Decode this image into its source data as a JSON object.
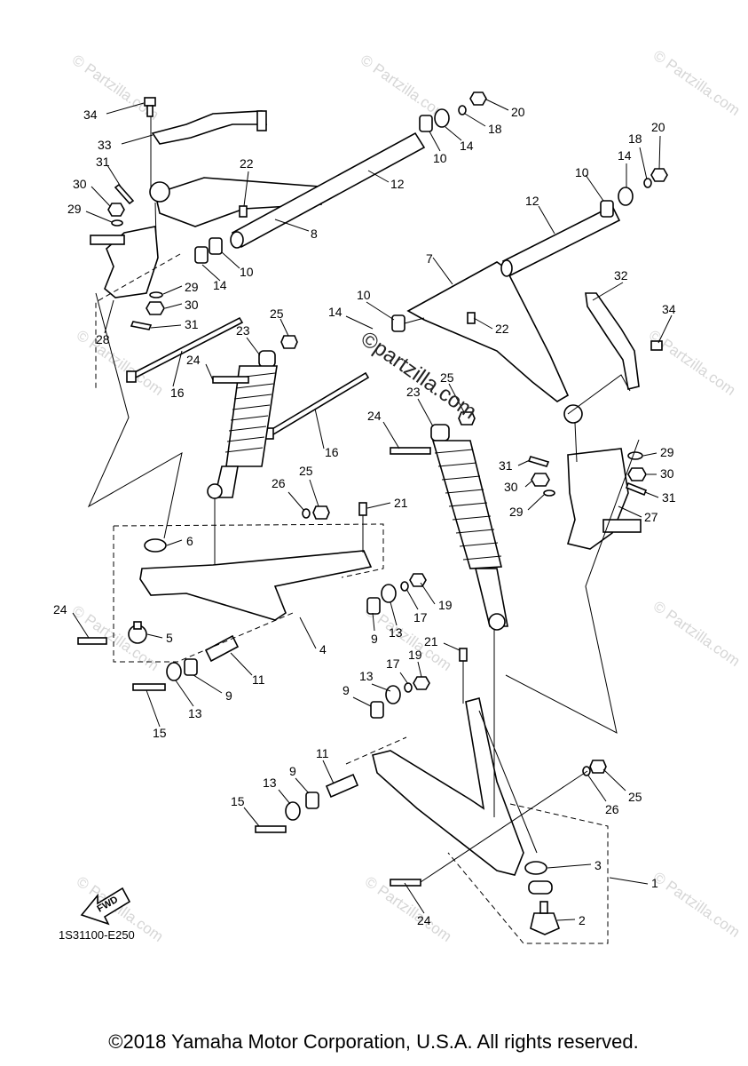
{
  "diagram": {
    "callouts": [
      {
        "id": "c34a",
        "text": "34"
      },
      {
        "id": "c33",
        "text": "33"
      },
      {
        "id": "c31a",
        "text": "31"
      },
      {
        "id": "c30a",
        "text": "30"
      },
      {
        "id": "c29a",
        "text": "29"
      },
      {
        "id": "c22a",
        "text": "22"
      },
      {
        "id": "c8",
        "text": "8"
      },
      {
        "id": "c14a",
        "text": "14"
      },
      {
        "id": "c10a",
        "text": "10"
      },
      {
        "id": "c29b",
        "text": "29"
      },
      {
        "id": "c30b",
        "text": "30"
      },
      {
        "id": "c31b",
        "text": "31"
      },
      {
        "id": "c28",
        "text": "28"
      },
      {
        "id": "c12a",
        "text": "12"
      },
      {
        "id": "c10b",
        "text": "10"
      },
      {
        "id": "c14b",
        "text": "14"
      },
      {
        "id": "c18a",
        "text": "18"
      },
      {
        "id": "c20a",
        "text": "20"
      },
      {
        "id": "c20b",
        "text": "20"
      },
      {
        "id": "c18b",
        "text": "18"
      },
      {
        "id": "c14c",
        "text": "14"
      },
      {
        "id": "c10c",
        "text": "10"
      },
      {
        "id": "c12b",
        "text": "12"
      },
      {
        "id": "c7",
        "text": "7"
      },
      {
        "id": "c32",
        "text": "32"
      },
      {
        "id": "c34b",
        "text": "34"
      },
      {
        "id": "c10d",
        "text": "10"
      },
      {
        "id": "c14d",
        "text": "14"
      },
      {
        "id": "c22b",
        "text": "22"
      },
      {
        "id": "c25a",
        "text": "25"
      },
      {
        "id": "c23a",
        "text": "23"
      },
      {
        "id": "c24a",
        "text": "24"
      },
      {
        "id": "c16a",
        "text": "16"
      },
      {
        "id": "c25b",
        "text": "25"
      },
      {
        "id": "c23b",
        "text": "23"
      },
      {
        "id": "c24b",
        "text": "24"
      },
      {
        "id": "c16b",
        "text": "16"
      },
      {
        "id": "c29c",
        "text": "29"
      },
      {
        "id": "c31c",
        "text": "31"
      },
      {
        "id": "c30c",
        "text": "30"
      },
      {
        "id": "c30d",
        "text": "30"
      },
      {
        "id": "c29d",
        "text": "29"
      },
      {
        "id": "c31d",
        "text": "31"
      },
      {
        "id": "c27",
        "text": "27"
      },
      {
        "id": "c26a",
        "text": "26"
      },
      {
        "id": "c25c",
        "text": "25"
      },
      {
        "id": "c21a",
        "text": "21"
      },
      {
        "id": "c6",
        "text": "6"
      },
      {
        "id": "c24c",
        "text": "24"
      },
      {
        "id": "c5",
        "text": "5"
      },
      {
        "id": "c4",
        "text": "4"
      },
      {
        "id": "c9a",
        "text": "9"
      },
      {
        "id": "c13a",
        "text": "13"
      },
      {
        "id": "c17a",
        "text": "17"
      },
      {
        "id": "c19a",
        "text": "19"
      },
      {
        "id": "c11a",
        "text": "11"
      },
      {
        "id": "c9b",
        "text": "9"
      },
      {
        "id": "c13b",
        "text": "13"
      },
      {
        "id": "c15a",
        "text": "15"
      },
      {
        "id": "c21b",
        "text": "21"
      },
      {
        "id": "c19b",
        "text": "19"
      },
      {
        "id": "c17b",
        "text": "17"
      },
      {
        "id": "c13c",
        "text": "13"
      },
      {
        "id": "c9c",
        "text": "9"
      },
      {
        "id": "c11b",
        "text": "11"
      },
      {
        "id": "c9d",
        "text": "9"
      },
      {
        "id": "c13d",
        "text": "13"
      },
      {
        "id": "c15b",
        "text": "15"
      },
      {
        "id": "c26b",
        "text": "26"
      },
      {
        "id": "c25d",
        "text": "25"
      },
      {
        "id": "c3",
        "text": "3"
      },
      {
        "id": "c1",
        "text": "1"
      },
      {
        "id": "c2",
        "text": "2"
      },
      {
        "id": "c24d",
        "text": "24"
      }
    ],
    "fwd_label": "FWD",
    "diagram_code": "1S31100-E250",
    "watermark_center": "©partzilla.com",
    "watermark_repeat": "© Partzilla.com",
    "copyright": "©2018 Yamaha Motor Corporation, U.S.A. All rights reserved."
  }
}
